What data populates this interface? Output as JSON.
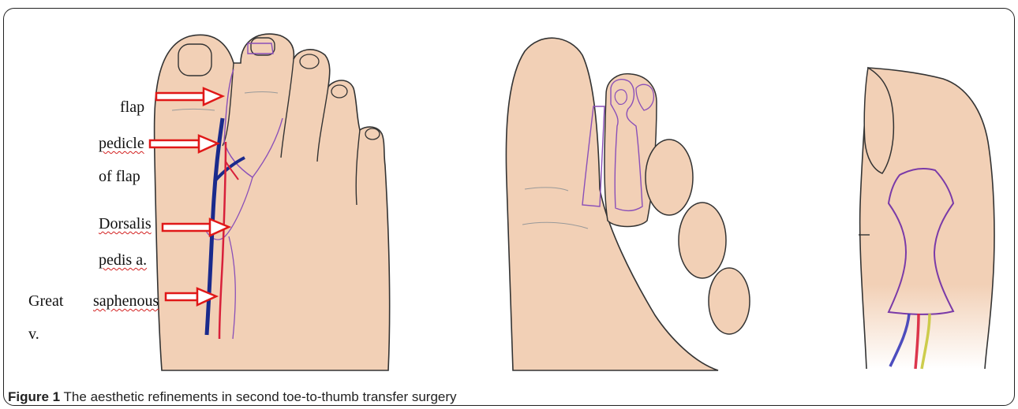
{
  "figure": {
    "label": "Figure 1",
    "caption": "The aesthetic refinements in second toe-to-thumb transfer surgery"
  },
  "labels": {
    "flap": "flap",
    "pedicle_line1": "pedicle",
    "pedicle_line2": "of flap",
    "dorsalis_line1": "Dorsalis",
    "dorsalis_line2": "pedis a.",
    "great_word1": "Great",
    "great_word2": "saphenous",
    "great_line2": "v."
  },
  "colors": {
    "skin": "#f2d0b6",
    "outline": "#333333",
    "flap_outline": "#8a4fb8",
    "vein": "#1a2a8c",
    "artery": "#d8203a",
    "nerve": "#c8c83a",
    "arrow": "#e01818"
  }
}
